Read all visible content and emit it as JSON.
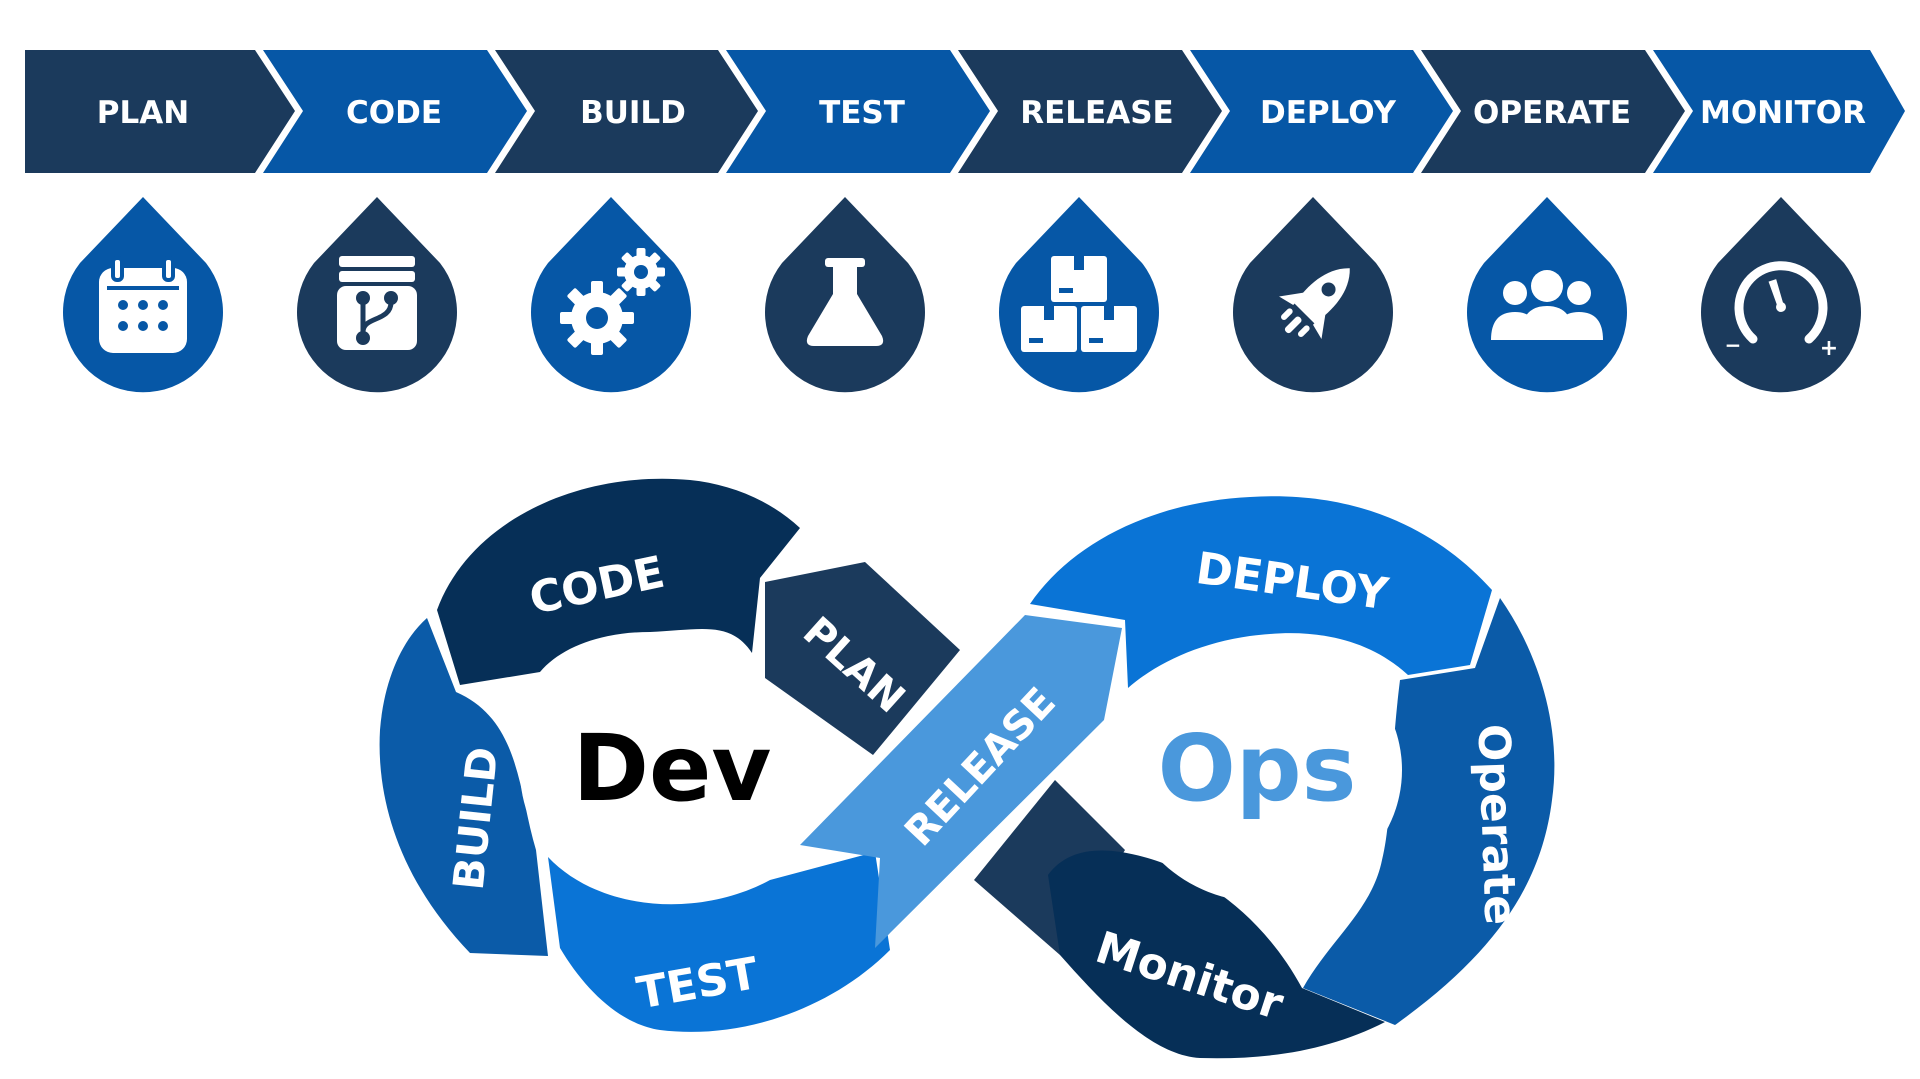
{
  "colors": {
    "navy": "#1b3a5c",
    "royal": "#0657a6",
    "deep_navy": "#062f57",
    "mid_blue": "#0b5ba8",
    "bright_blue": "#0a74d6",
    "light_blue": "#4a98dc",
    "dev_text": "#000000",
    "ops_text": "#4a98dc",
    "white": "#ffffff"
  },
  "pipeline": {
    "stages": [
      {
        "label": "PLAN",
        "icon": "calendar-icon"
      },
      {
        "label": "CODE",
        "icon": "git-branch-icon"
      },
      {
        "label": "BUILD",
        "icon": "gears-icon"
      },
      {
        "label": "TEST",
        "icon": "flask-icon"
      },
      {
        "label": "RELEASE",
        "icon": "boxes-icon"
      },
      {
        "label": "DEPLOY",
        "icon": "rocket-icon"
      },
      {
        "label": "OPERATE",
        "icon": "team-icon"
      },
      {
        "label": "MONITOR",
        "icon": "gauge-icon"
      }
    ],
    "gauge_minus": "−",
    "gauge_plus": "+"
  },
  "loop": {
    "dev": "Dev",
    "ops": "Ops",
    "segments": {
      "code": "CODE",
      "plan": "PLAN",
      "build": "BUILD",
      "test": "TEST",
      "release": "RELEASE",
      "deploy": "DEPLOY",
      "operate": "Operate",
      "monitor": "Monitor"
    }
  }
}
